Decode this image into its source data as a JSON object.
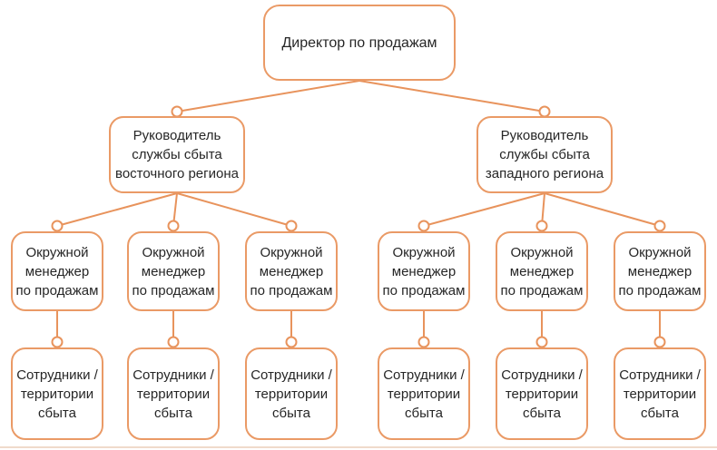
{
  "org_chart": {
    "type": "tree",
    "accent_color": "#e8935c",
    "text_color": "#262626",
    "box_fill": "#ffffff",
    "nodes": [
      {
        "id": "director",
        "label": "Директор по продажам",
        "parent": null
      },
      {
        "id": "east-head",
        "label": "Руководитель\nслужбы сбыта\nвосточного региона",
        "parent": "director"
      },
      {
        "id": "west-head",
        "label": "Руководитель\nслужбы сбыта\nзападного региона",
        "parent": "director"
      },
      {
        "id": "district-manager-e1",
        "label": "Окружной\nменеджер\nпо продажам",
        "parent": "east-head"
      },
      {
        "id": "district-manager-e2",
        "label": "Окружной\nменеджер\nпо продажам",
        "parent": "east-head"
      },
      {
        "id": "district-manager-e3",
        "label": "Окружной\nменеджер\nпо продажам",
        "parent": "east-head"
      },
      {
        "id": "district-manager-w1",
        "label": "Окружной\nменеджер\nпо продажам",
        "parent": "west-head"
      },
      {
        "id": "district-manager-w2",
        "label": "Окружной\nменеджер\nпо продажам",
        "parent": "west-head"
      },
      {
        "id": "district-manager-w3",
        "label": "Окружной\nменеджер\nпо продажам",
        "parent": "west-head"
      },
      {
        "id": "staff-territories-1",
        "label": "Сотрудники /\nтерритории\nсбыта",
        "parent": "district-manager-e1"
      },
      {
        "id": "staff-territories-2",
        "label": "Сотрудники /\nтерритории\nсбыта",
        "parent": "district-manager-e2"
      },
      {
        "id": "staff-territories-3",
        "label": "Сотрудники /\nтерритории\nсбыта",
        "parent": "district-manager-e3"
      },
      {
        "id": "staff-territories-4",
        "label": "Сотрудники /\nтерритории\nсбыта",
        "parent": "district-manager-w1"
      },
      {
        "id": "staff-territories-5",
        "label": "Сотрудники /\nтерритории\nсбыта",
        "parent": "district-manager-w2"
      },
      {
        "id": "staff-territories-6",
        "label": "Сотрудники /\nтерритории\nсбыта",
        "parent": "district-manager-w3"
      }
    ]
  }
}
